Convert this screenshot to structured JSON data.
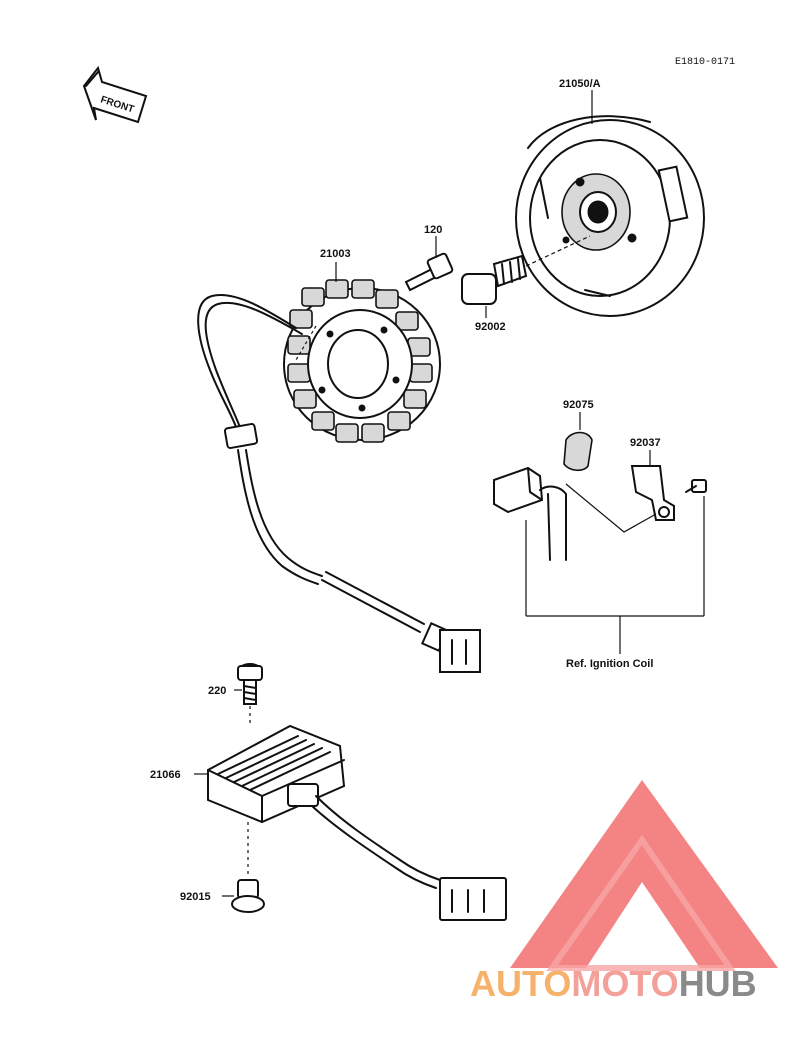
{
  "diagram": {
    "figure_code": "E1810-0171",
    "front_label": "FRONT",
    "ref_label": "Ref. Ignition Coil",
    "parts": [
      {
        "id": "rotor",
        "number": "21050/A"
      },
      {
        "id": "bolt-120",
        "number": "120"
      },
      {
        "id": "stator",
        "number": "21003"
      },
      {
        "id": "rotor-bolt",
        "number": "92002"
      },
      {
        "id": "spacer",
        "number": "92075"
      },
      {
        "id": "bracket",
        "number": "92037"
      },
      {
        "id": "bolt-220",
        "number": "220"
      },
      {
        "id": "regulator",
        "number": "21066"
      },
      {
        "id": "grommet",
        "number": "92015"
      }
    ]
  },
  "watermark": {
    "text_parts": [
      "AUTO",
      "MOTO",
      "HUB"
    ],
    "colors": {
      "auto": "#f6b26b",
      "moto": "#f4a09a",
      "hub": "#8a8a8a",
      "triangle": "#f26d6d"
    }
  }
}
